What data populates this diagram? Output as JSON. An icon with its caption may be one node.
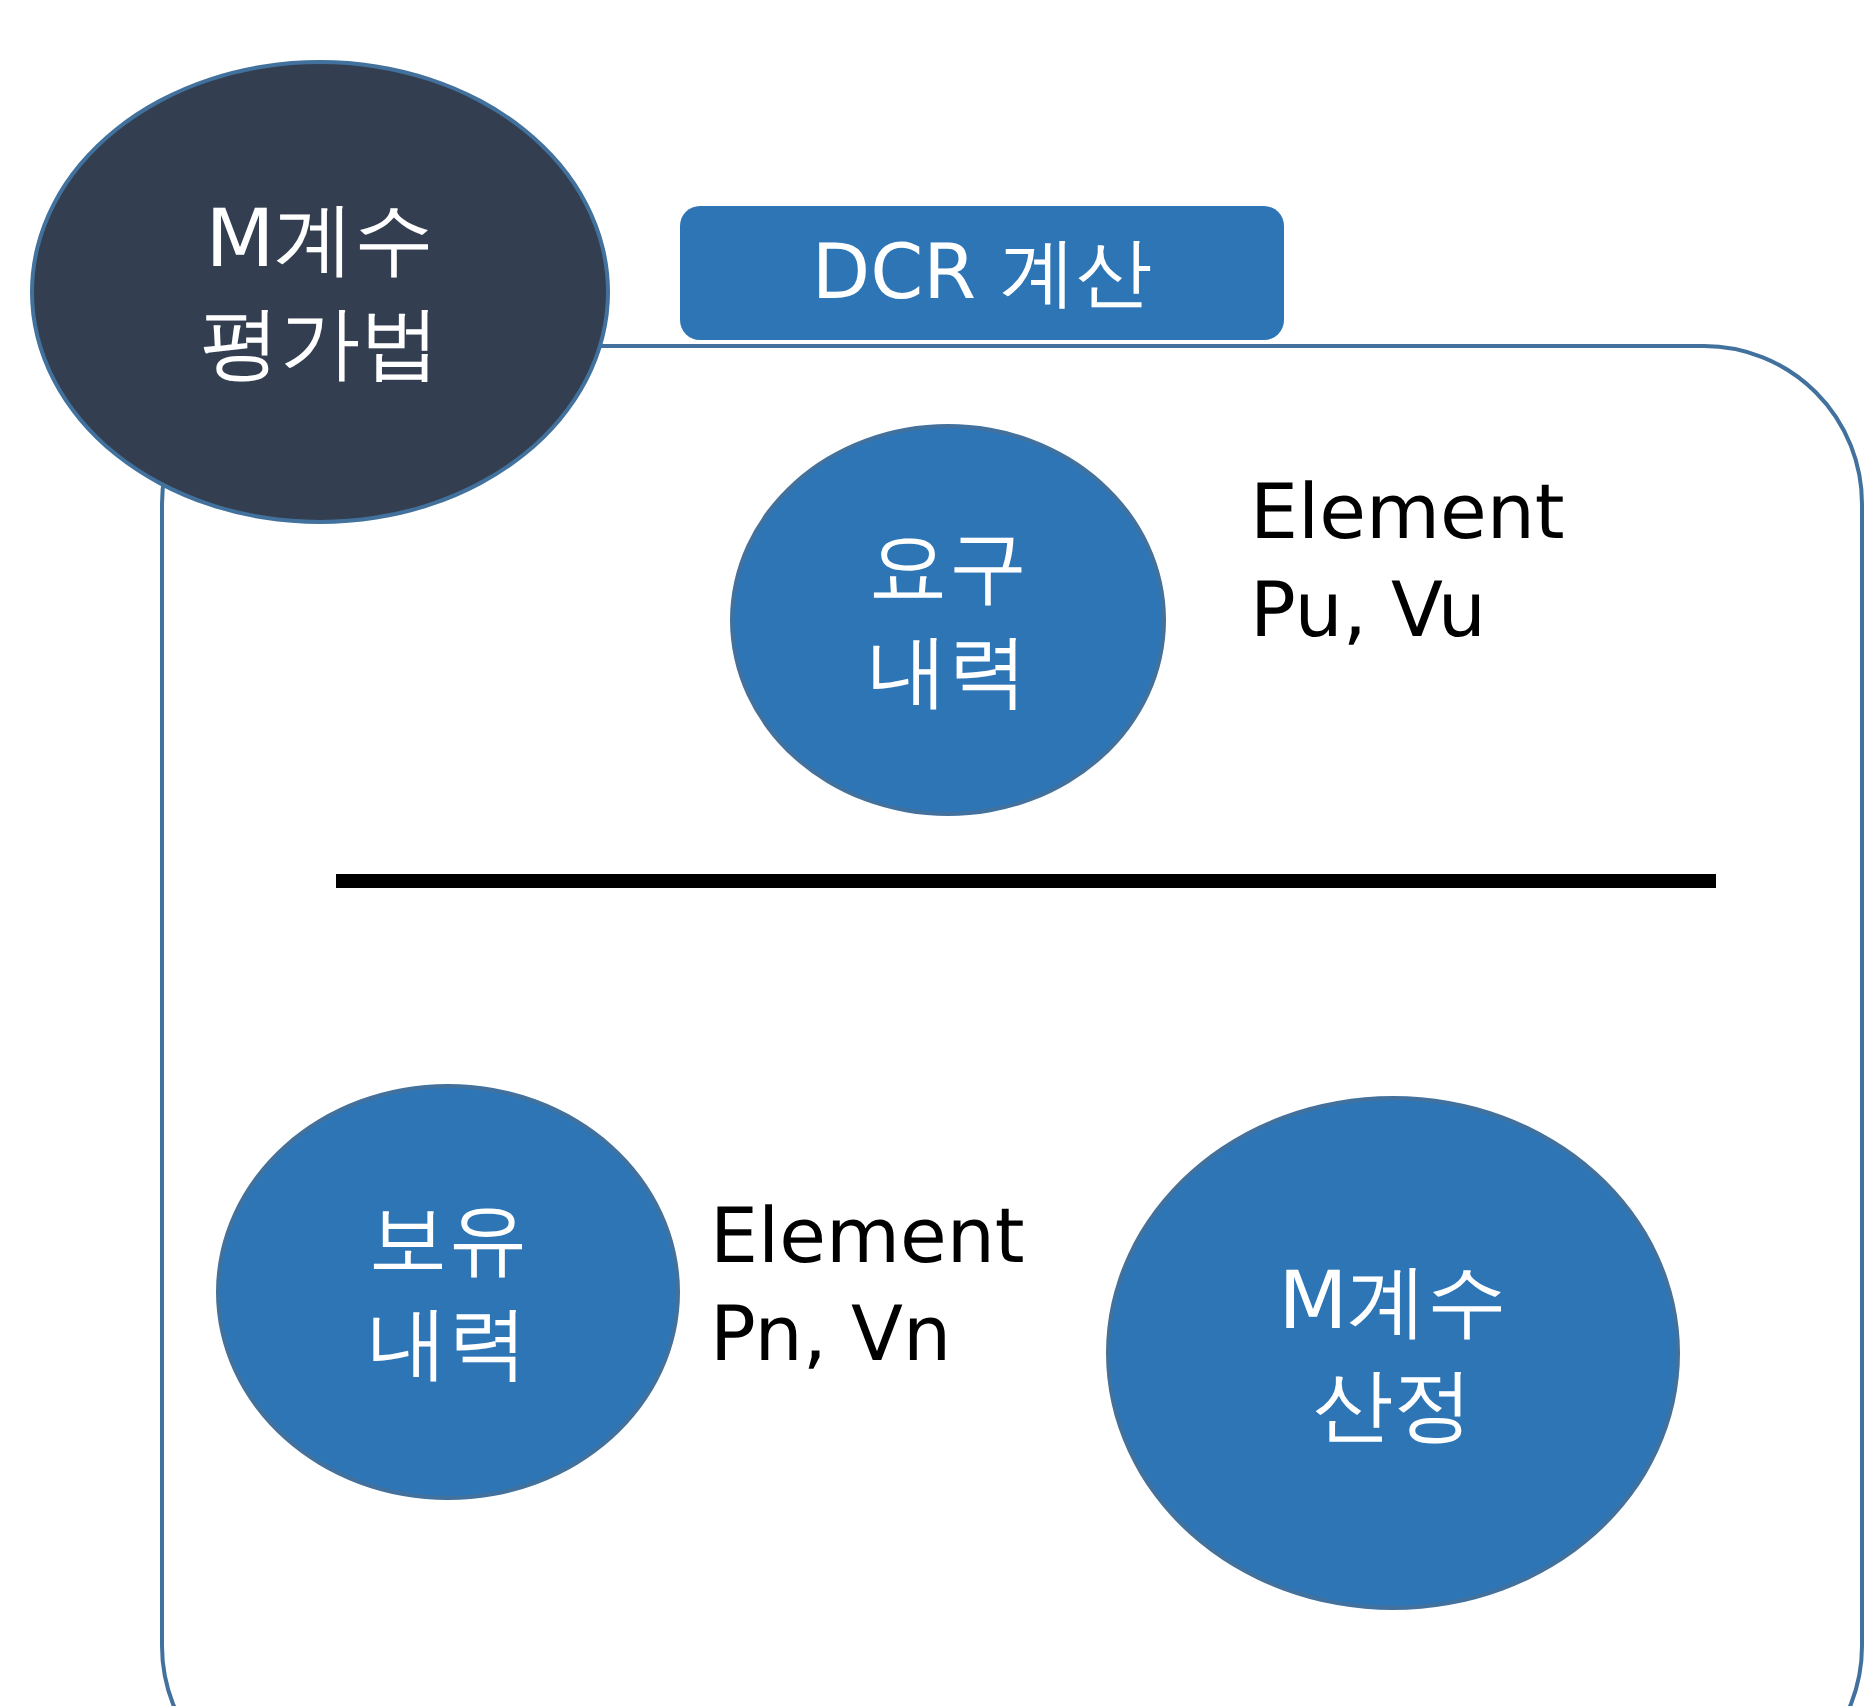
{
  "diagram": {
    "nodes": [
      {
        "text": [
          "M계수 평가법"
        ]
      },
      {
        "text": [
          "DCR 계산"
        ]
      },
      {
        "text": [
          "요구 내력"
        ],
        "in": 1,
        "beside": [
          "Element Pu, Vu"
        ]
      },
      {
        "text": [
          "보유 내력"
        ],
        "in": 1,
        "beside": [
          "Element Pn, Vn"
        ]
      },
      {
        "text": [
          "M계수 산정"
        ],
        "in": 1
      }
    ]
  }
}
